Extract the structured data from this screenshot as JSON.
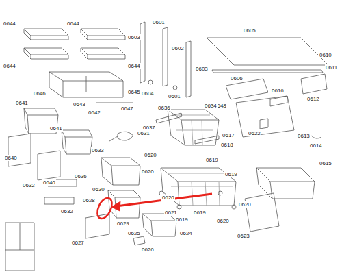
{
  "diagram": {
    "labels": [
      "0644",
      "0644",
      "0644",
      "0644",
      "0646",
      "0645",
      "0603",
      "0601",
      "0602",
      "0603",
      "0604",
      "0601",
      "0605",
      "0610",
      "0611",
      "0606",
      "0648",
      "0616",
      "0612",
      "0641",
      "0643",
      "0642",
      "0647",
      "0634",
      "0636",
      "0637",
      "0618",
      "0617",
      "0622",
      "0613",
      "0614",
      "0615",
      "0641",
      "0631",
      "0640",
      "0633",
      "0620",
      "0619",
      "0640",
      "0620",
      "0619",
      "0636",
      "0632",
      "0630",
      "0620",
      "0628",
      "0621",
      "0620",
      "0632",
      "0619",
      "0619",
      "0620",
      "0629",
      "0623",
      "0627",
      "0624",
      "0625",
      "0626"
    ]
  }
}
